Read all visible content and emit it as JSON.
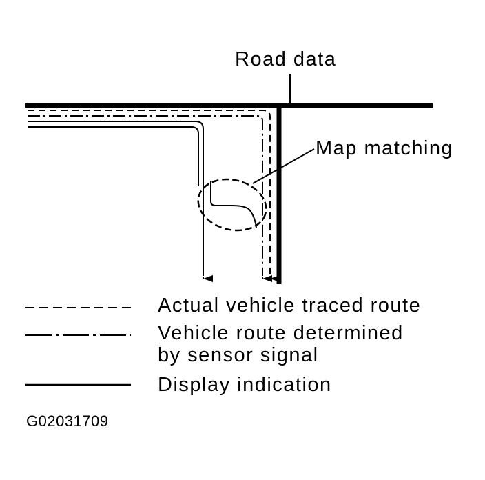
{
  "labels": {
    "road_data": "Road data",
    "map_matching": "Map matching"
  },
  "legend": {
    "actual_route": "Actual vehicle traced route",
    "sensor_route_line1": "Vehicle route determined",
    "sensor_route_line2": "by sensor signal",
    "display_indication": "Display indication"
  },
  "figure_code": "G02031709",
  "colors": {
    "ink": "#000000",
    "background": "#ffffff"
  }
}
